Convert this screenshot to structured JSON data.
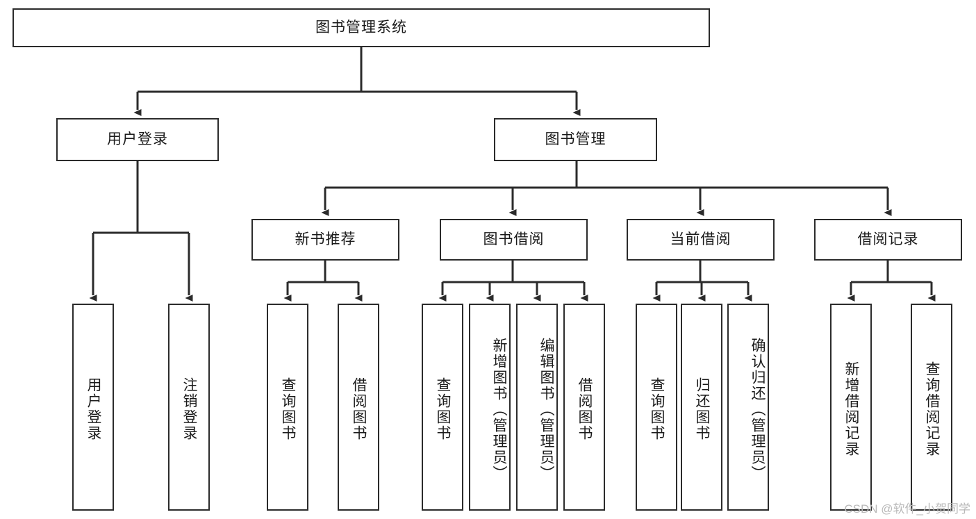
{
  "diagram": {
    "type": "tree-hierarchy",
    "title": "图书管理系统",
    "watermark": "CSDN @软件_小贺同学",
    "colors": {
      "box_border": "#2b2b2b",
      "box_fill": "#ffffff",
      "connector": "#2b2b2b",
      "text": "#1a1a1a",
      "watermark": "#b9b9b9"
    },
    "nodes": {
      "root": {
        "label": "图书管理系统"
      },
      "level1": [
        {
          "id": "user-login",
          "label": "用户登录"
        },
        {
          "id": "book-management",
          "label": "图书管理"
        }
      ],
      "level2": [
        {
          "id": "new-book-recommend",
          "label": "新书推荐"
        },
        {
          "id": "book-borrow",
          "label": "图书借阅"
        },
        {
          "id": "current-borrow",
          "label": "当前借阅"
        },
        {
          "id": "borrow-record",
          "label": "借阅记录"
        }
      ],
      "leaves": {
        "user-login": [
          {
            "id": "leaf-user-login",
            "label": "用户登录"
          },
          {
            "id": "leaf-logout-login",
            "label": "注销登录"
          }
        ],
        "new-book-recommend": [
          {
            "id": "leaf-query-book-1",
            "label": "查询图书"
          },
          {
            "id": "leaf-borrow-book-1",
            "label": "借阅图书"
          }
        ],
        "book-borrow": [
          {
            "id": "leaf-query-book-2",
            "label": "查询图书"
          },
          {
            "id": "leaf-add-book",
            "label": "新增图书（管理员）"
          },
          {
            "id": "leaf-edit-book",
            "label": "编辑图书（管理员）"
          },
          {
            "id": "leaf-borrow-book-2",
            "label": "借阅图书"
          }
        ],
        "current-borrow": [
          {
            "id": "leaf-query-book-3",
            "label": "查询图书"
          },
          {
            "id": "leaf-return-book",
            "label": "归还图书"
          },
          {
            "id": "leaf-confirm-return",
            "label": "确认归还（管理员）"
          }
        ],
        "borrow-record": [
          {
            "id": "leaf-add-record",
            "label": "新增借阅记录"
          },
          {
            "id": "leaf-query-record",
            "label": "查询借阅记录"
          }
        ]
      }
    }
  }
}
